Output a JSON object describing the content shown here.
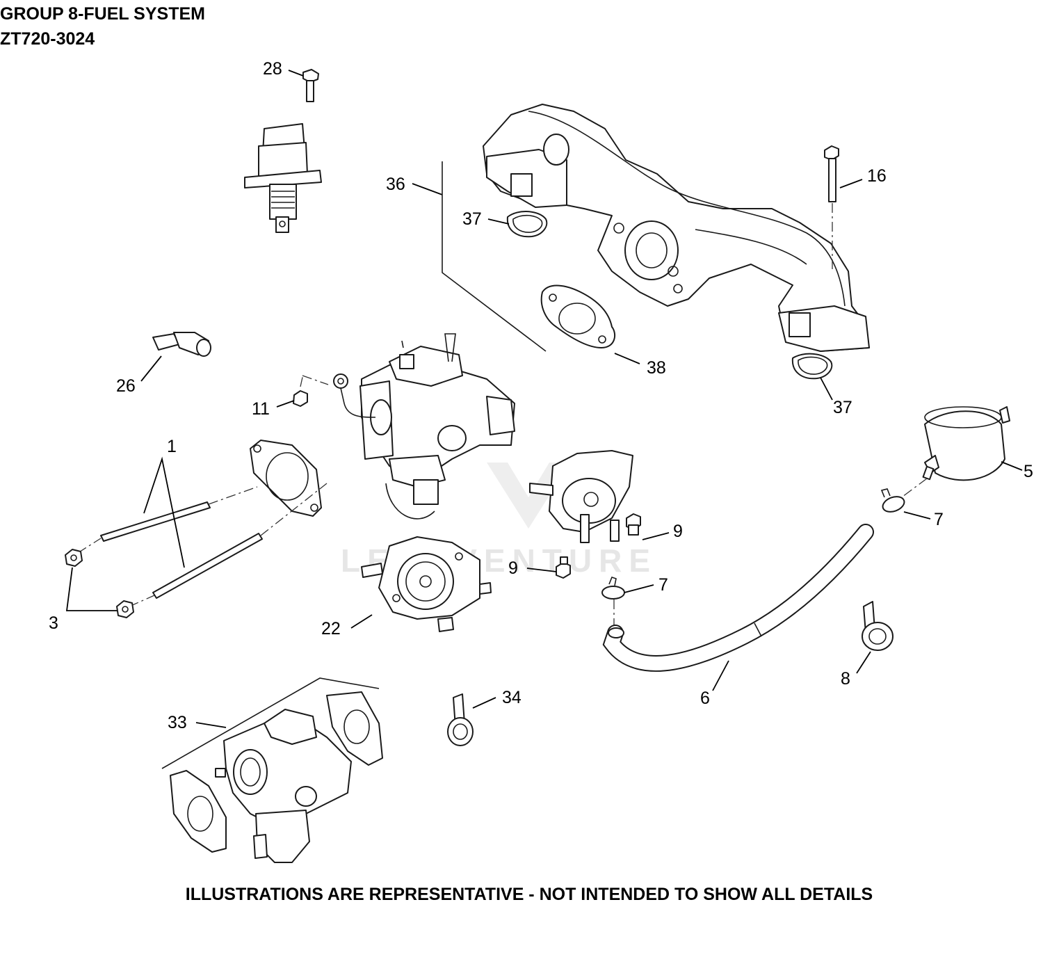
{
  "header": {
    "group_title": "GROUP 8-FUEL SYSTEM",
    "model": "ZT720-3024"
  },
  "footer": {
    "disclaimer": "ILLUSTRATIONS ARE REPRESENTATIVE - NOT INTENDED TO SHOW ALL DETAILS"
  },
  "watermark": {
    "text": "LEADVENTURE"
  },
  "callouts": [
    {
      "id": "c28",
      "label": "28"
    },
    {
      "id": "c36",
      "label": "36"
    },
    {
      "id": "c16",
      "label": "16"
    },
    {
      "id": "c37a",
      "label": "37"
    },
    {
      "id": "c38",
      "label": "38"
    },
    {
      "id": "c37b",
      "label": "37"
    },
    {
      "id": "c26",
      "label": "26"
    },
    {
      "id": "c11",
      "label": "11"
    },
    {
      "id": "c1",
      "label": "1"
    },
    {
      "id": "c5",
      "label": "5"
    },
    {
      "id": "c7a",
      "label": "7"
    },
    {
      "id": "c9a",
      "label": "9"
    },
    {
      "id": "c9b",
      "label": "9"
    },
    {
      "id": "c7b",
      "label": "7"
    },
    {
      "id": "c3",
      "label": "3"
    },
    {
      "id": "c22",
      "label": "22"
    },
    {
      "id": "c8",
      "label": "8"
    },
    {
      "id": "c6",
      "label": "6"
    },
    {
      "id": "c34",
      "label": "34"
    },
    {
      "id": "c33",
      "label": "33"
    }
  ]
}
